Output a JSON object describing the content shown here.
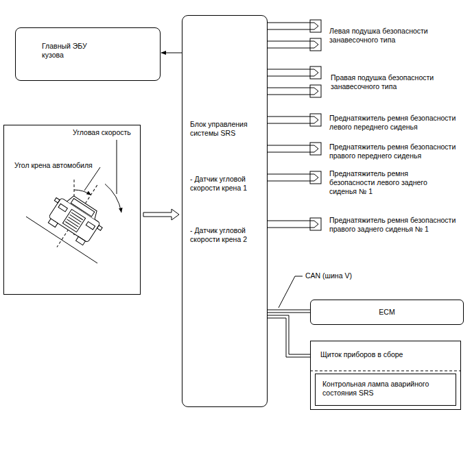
{
  "diagram": {
    "nodes": [
      {
        "text": [
          "Главный ЭБУ кузова"
        ]
      },
      {
        "text": [
          "Блок управления системы SRS",
          "- Датчик угловой скорости крена 1",
          "- Датчик угловой скорости крена 2"
        ]
      },
      {
        "text": [
          "Угловая скорость",
          "Угол крена автомобиля"
        ]
      },
      {
        "text": [
          "Левая подушка безопасности занавесочного типа"
        ]
      },
      {
        "text": [
          "Правая подушка безопасности занавесочного типа"
        ]
      },
      {
        "text": [
          "Преднатяжитель ремня безопасности левого переднего сиденья"
        ]
      },
      {
        "text": [
          "Преднатяжитель ремня безопасности правого переднего сиденья"
        ]
      },
      {
        "text": [
          "Преднатяжитель ремня безопасности левого заднего сиденья № 1"
        ]
      },
      {
        "text": [
          "Преднатяжитель ремня безопасности правого заднего сиденья № 1"
        ]
      },
      {
        "text": [
          "ECM"
        ]
      },
      {
        "text": [
          "Щиток приборов в сборе"
        ]
      },
      {
        "text": [
          "Контрольная лампа аварийного состояния SRS"
        ],
        "in": 10
      }
    ],
    "edges": [
      {
        "from": 1,
        "to": 0,
        "arrow": "to"
      },
      {
        "from": 2,
        "to": 1,
        "arrow": "to"
      },
      {
        "from": 1,
        "to": 3,
        "arrow": "none"
      },
      {
        "from": 1,
        "to": 4,
        "arrow": "none"
      },
      {
        "from": 1,
        "to": 5,
        "arrow": "none"
      },
      {
        "from": 1,
        "to": 6,
        "arrow": "none"
      },
      {
        "from": 1,
        "to": 7,
        "arrow": "none"
      },
      {
        "from": 1,
        "to": 8,
        "arrow": "none"
      },
      {
        "from": 1,
        "to": 9,
        "arrow": "none"
      },
      {
        "from": 1,
        "to": 10,
        "arrow": "none"
      }
    ],
    "labels": [
      "CAN (шина V)"
    ]
  }
}
